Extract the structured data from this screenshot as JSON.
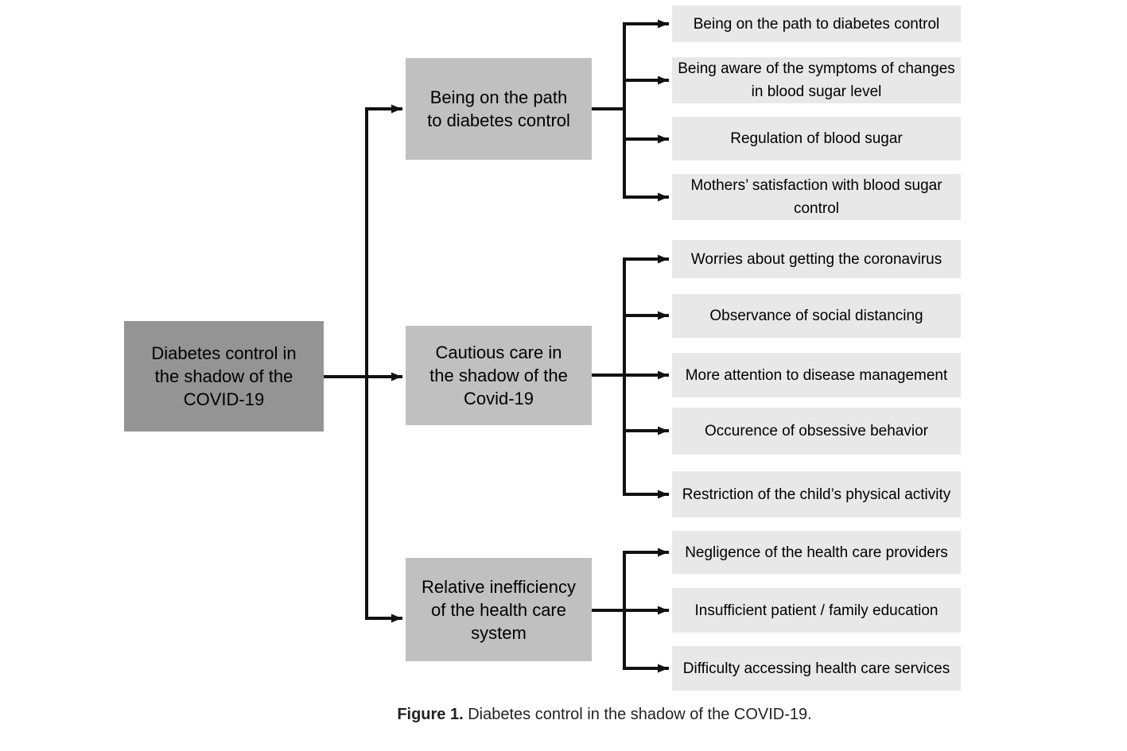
{
  "figure": {
    "caption_label": "Figure 1.",
    "caption_rest": " Diabetes control in the shadow of the COVID-19."
  },
  "colors": {
    "root_bg": "#949494",
    "branch_bg": "#c0c0c0",
    "leaf_bg": "#e8e8e8",
    "connector": "#111111",
    "text": "#000000"
  },
  "tree": {
    "root": {
      "label": "Diabetes control in the shadow of the COVID-19",
      "lines": [
        "Diabetes control in",
        "the shadow of the",
        "COVID-19"
      ]
    },
    "branches": [
      {
        "label": "Being on the path to diabetes control",
        "lines": [
          "Being on the path",
          "to diabetes control"
        ],
        "children": [
          {
            "label": "Being on the path to diabetes control",
            "lines": [
              "Being on the path to diabetes control"
            ]
          },
          {
            "label": "Being aware of the symptoms of changes in blood sugar level",
            "lines": [
              "Being aware of the symptoms of changes",
              "in blood sugar level"
            ]
          },
          {
            "label": "Regulation of blood sugar",
            "lines": [
              "Regulation of blood sugar"
            ]
          },
          {
            "label": "Mothers’ satisfaction with blood sugar control",
            "lines": [
              "Mothers’ satisfaction with blood sugar",
              "control"
            ]
          }
        ]
      },
      {
        "label": "Cautious care in the shadow of the Covid-19",
        "lines": [
          "Cautious care in",
          "the shadow of the",
          "Covid-19"
        ],
        "children": [
          {
            "label": "Worries about getting the coronavirus",
            "lines": [
              "Worries about getting the coronavirus"
            ]
          },
          {
            "label": "Observance of social distancing",
            "lines": [
              "Observance of social distancing"
            ]
          },
          {
            "label": "More attention to disease management",
            "lines": [
              "More attention to disease management"
            ]
          },
          {
            "label": "Occurence of obsessive behavior",
            "lines": [
              "Occurence of obsessive behavior"
            ]
          },
          {
            "label": "Restriction of the child’s physical activity",
            "lines": [
              "Restriction of the child’s physical activity"
            ]
          }
        ]
      },
      {
        "label": "Relative inefficiency of the health care system",
        "lines": [
          "Relative inefficiency",
          "of the health care",
          "system"
        ],
        "children": [
          {
            "label": "Negligence of the health care providers",
            "lines": [
              "Negligence of the health care providers"
            ]
          },
          {
            "label": "Insufficient patient / family education",
            "lines": [
              "Insufficient patient / family education"
            ]
          },
          {
            "label": "Difficulty accessing health care services",
            "lines": [
              "Difficulty accessing health care services"
            ]
          }
        ]
      }
    ]
  }
}
